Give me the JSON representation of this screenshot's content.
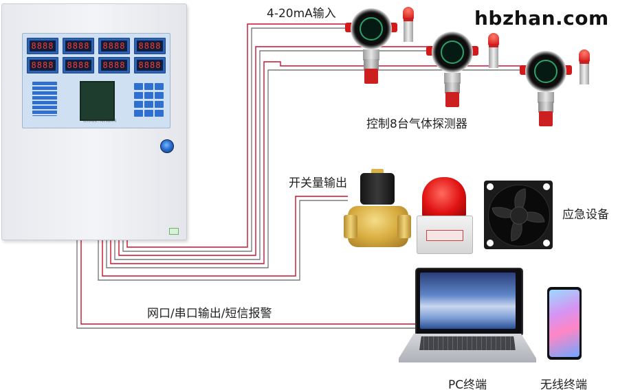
{
  "watermark": "hbzhan.com",
  "labels": {
    "analog_input": "4-20mA输入",
    "control_detectors": "控制8台气体探测器",
    "switch_output": "开关量输出",
    "emergency_equipment": "应急设备",
    "network_output": "网口/串口输出/短信报警",
    "pc_terminal": "PC终端",
    "wireless_terminal": "无线终端"
  },
  "controller": {
    "display_readouts": [
      "8888",
      "8888",
      "8888",
      "8888",
      "8888",
      "8888",
      "8888",
      "8888"
    ],
    "company_text": "山东多理电子科技有限公司"
  },
  "colors": {
    "wire_red": "#c8102e",
    "wire_gray": "#7a7a7a",
    "panel_blue": "#2f6fd0",
    "detector_red": "#d21a1a"
  },
  "icons": {
    "detector": "gas-detector-icon",
    "valve": "solenoid-valve-icon",
    "alarm": "alarm-light-icon",
    "fan": "exhaust-fan-icon",
    "laptop": "laptop-icon",
    "phone": "smartphone-icon"
  }
}
